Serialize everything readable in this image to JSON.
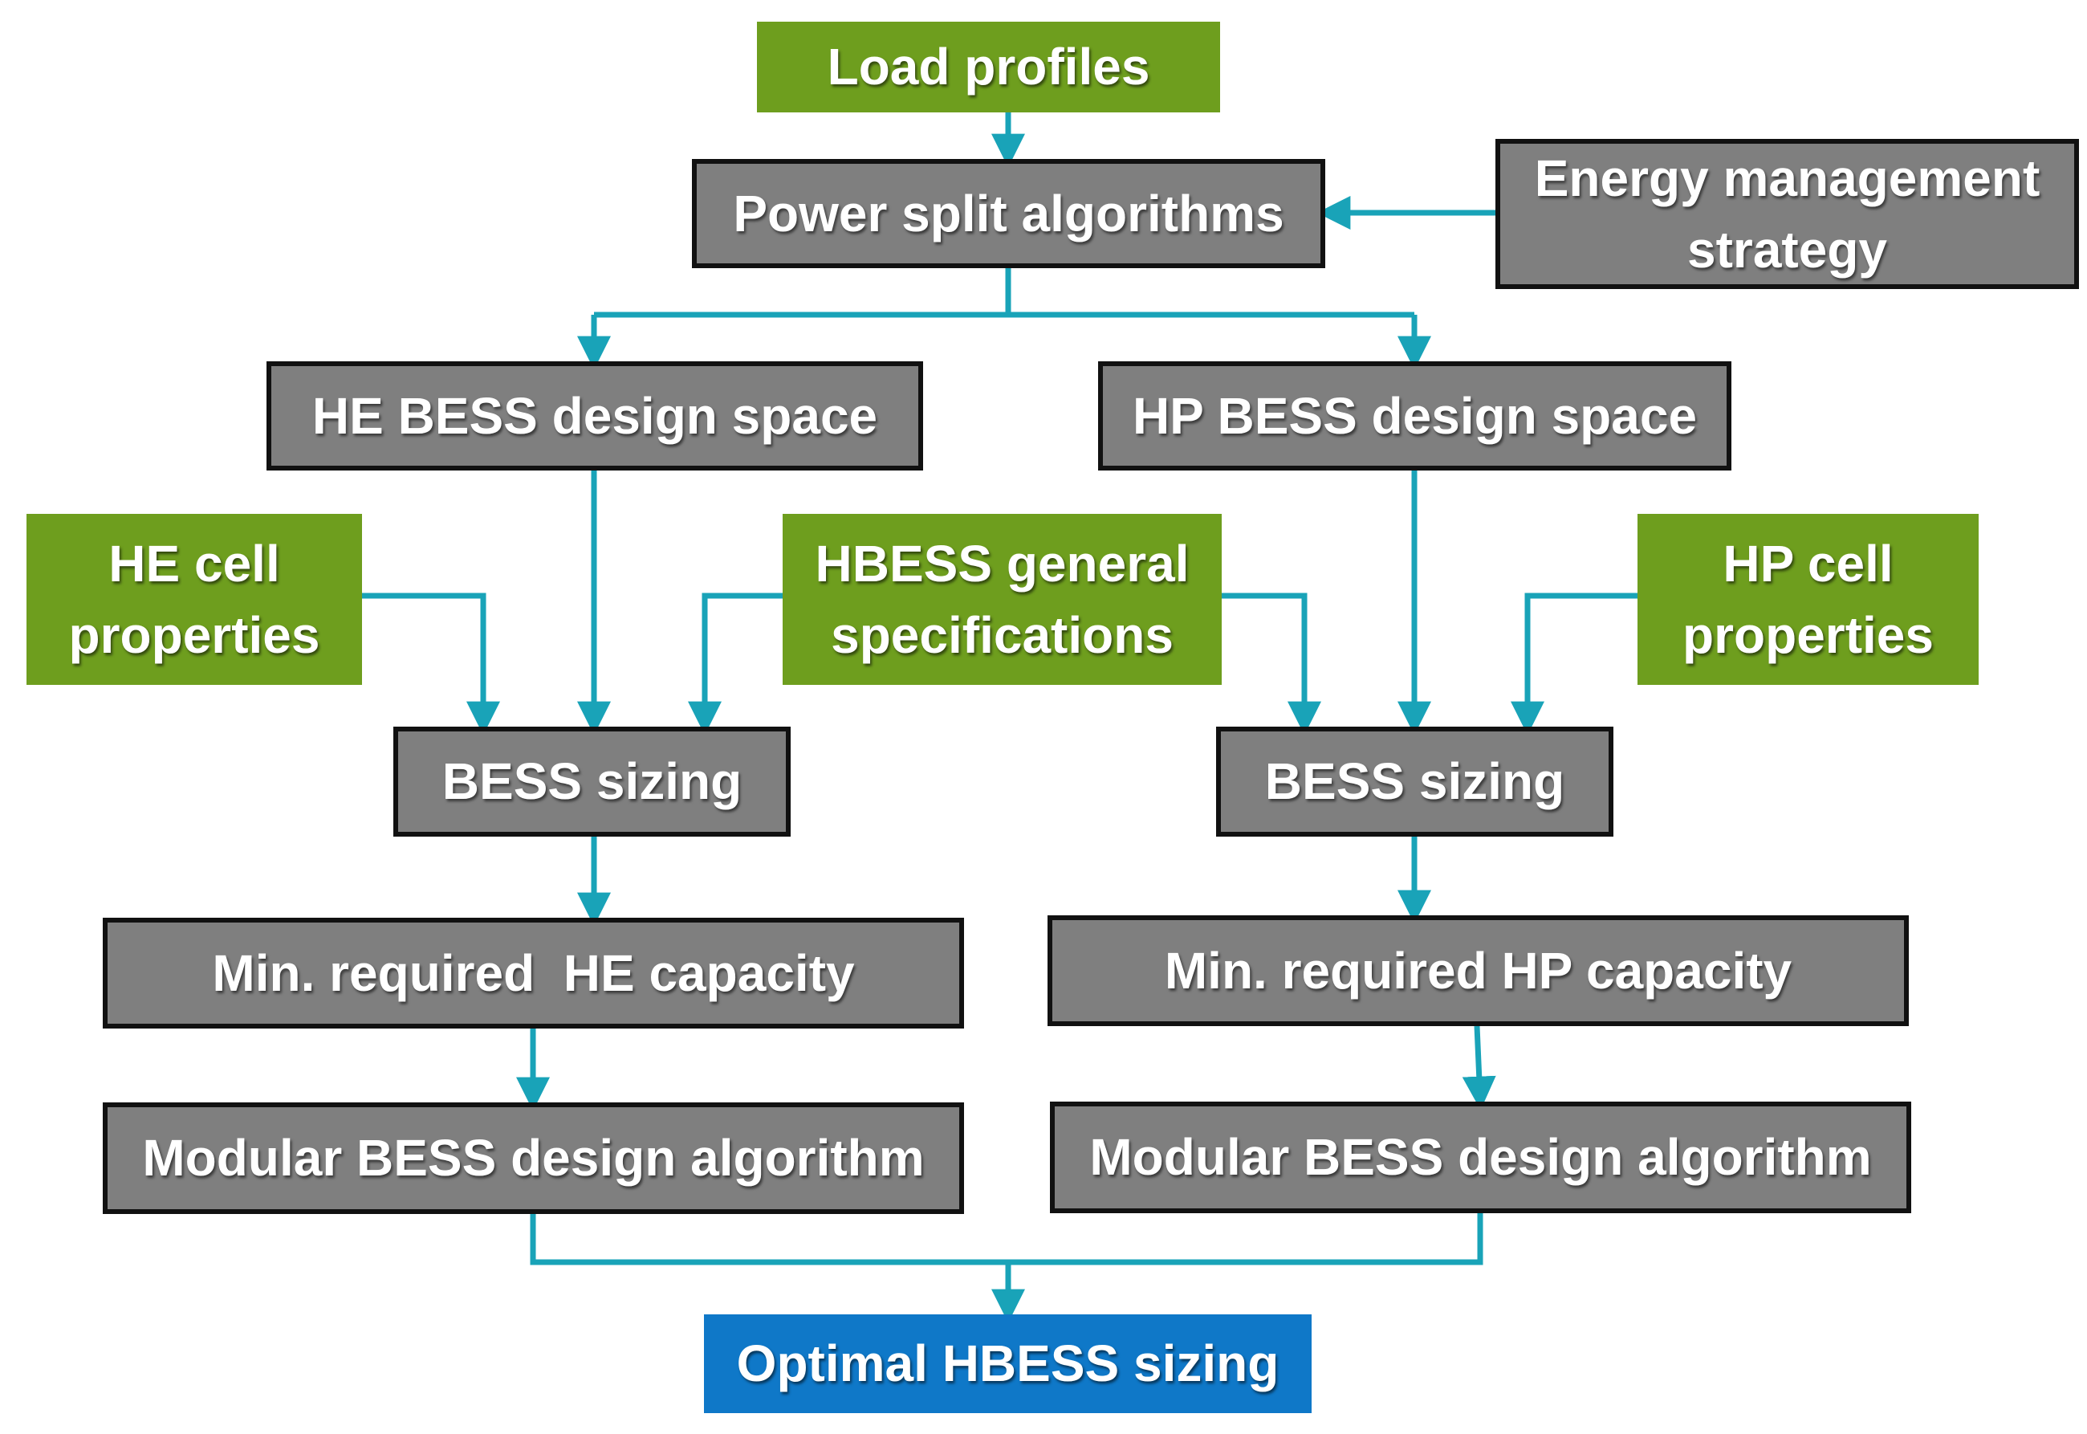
{
  "boxes": {
    "load_profiles": "Load profiles",
    "power_split": "Power split algorithms",
    "ems": [
      "Energy management",
      "strategy"
    ],
    "he_design_space": "HE BESS design space",
    "hp_design_space": "HP BESS design space",
    "he_cell": [
      "HE cell",
      "properties"
    ],
    "hbess_general": [
      "HBESS general",
      "specifications"
    ],
    "hp_cell": [
      "HP cell",
      "properties"
    ],
    "he_sizing": "BESS sizing",
    "hp_sizing": "BESS sizing",
    "he_min_capacity": "Min. required  HE capacity",
    "hp_min_capacity": "Min. required HP capacity",
    "he_modular": "Modular BESS design algorithm",
    "hp_modular": "Modular BESS design algorithm",
    "optimal": "Optimal HBESS sizing"
  },
  "colors": {
    "process_box": "#7f7f7f",
    "input_box": "#6e9e1e",
    "output_box": "#0f78c8",
    "connector": "#19a3b8"
  }
}
